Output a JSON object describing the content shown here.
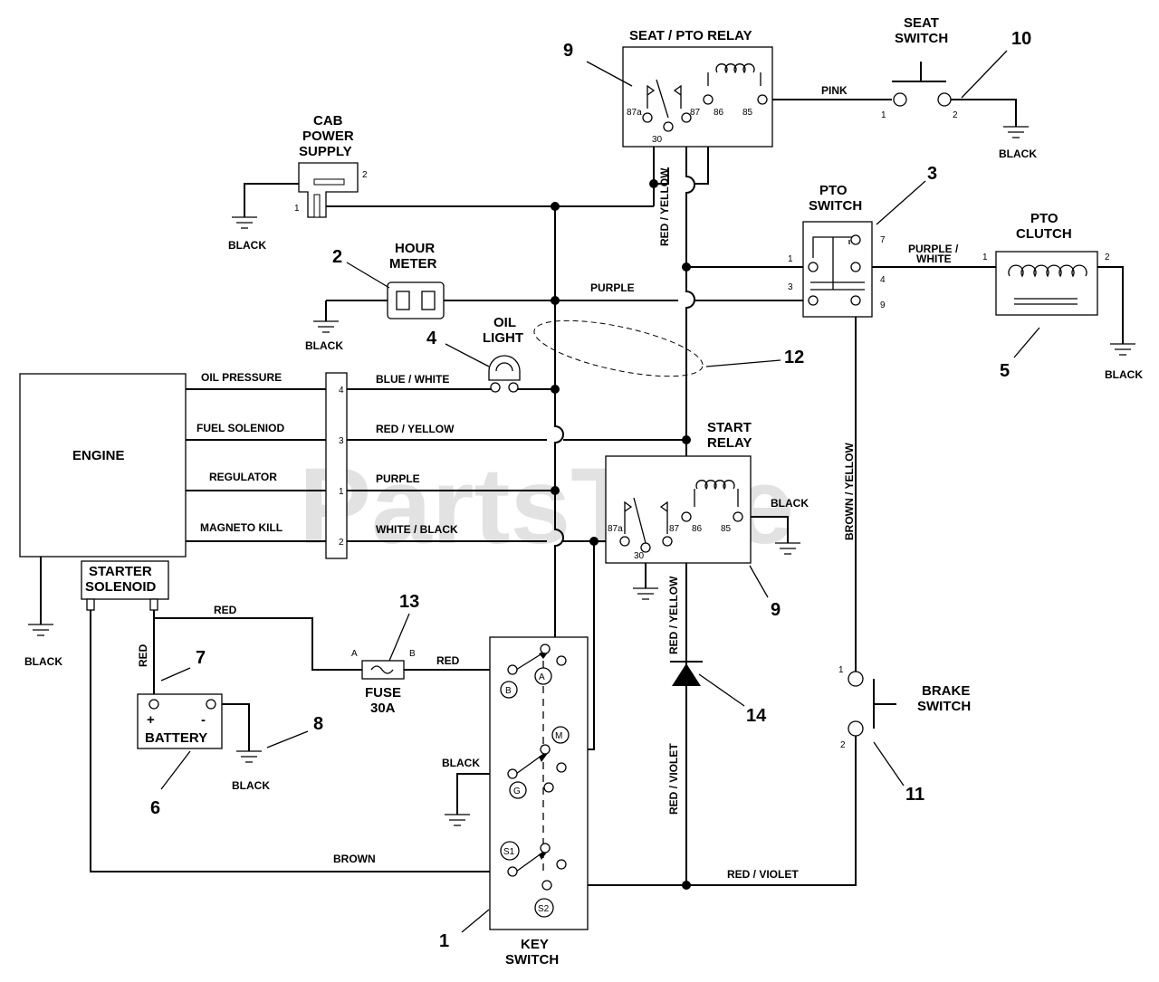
{
  "watermark": "PartsTree",
  "components": {
    "seat_pto_relay": "SEAT / PTO RELAY",
    "seat_switch": [
      "SEAT",
      "SWITCH"
    ],
    "cab_power_supply": [
      "CAB",
      "POWER",
      "SUPPLY"
    ],
    "pto_switch": [
      "PTO",
      "SWITCH"
    ],
    "pto_clutch": [
      "PTO",
      "CLUTCH"
    ],
    "hour_meter": [
      "HOUR",
      "METER"
    ],
    "oil_light": [
      "OIL",
      "LIGHT"
    ],
    "engine": "ENGINE",
    "start_relay": [
      "START",
      "RELAY"
    ],
    "starter_solenoid": [
      "STARTER",
      "SOLENOID"
    ],
    "battery": "BATTERY",
    "battery_plus": "+",
    "battery_minus": "-",
    "fuse": [
      "FUSE",
      "30A"
    ],
    "key_switch": [
      "KEY",
      "SWITCH"
    ],
    "brake_switch": [
      "BRAKE",
      "SWITCH"
    ]
  },
  "engine_terminals": [
    {
      "label": "OIL PRESSURE",
      "pin": "4",
      "wire": "BLUE / WHITE"
    },
    {
      "label": "FUEL SOLENIOD",
      "pin": "3",
      "wire": "RED / YELLOW"
    },
    {
      "label": "REGULATOR",
      "pin": "1",
      "wire": "PURPLE"
    },
    {
      "label": "MAGNETO KILL",
      "pin": "2",
      "wire": "WHITE / BLACK"
    }
  ],
  "wires": {
    "pink": "PINK",
    "red_yellow": "RED / YELLOW",
    "purple": "PURPLE",
    "purple_white": [
      "PURPLE /",
      "WHITE"
    ],
    "brown_yellow": "BROWN / YELLOW",
    "red": "RED",
    "brown": "BROWN",
    "red_violet": "RED / VIOLET",
    "black": "BLACK"
  },
  "relay_pins": [
    "87a",
    "30",
    "87",
    "86",
    "85"
  ],
  "start_relay_pins": [
    "87a",
    "30",
    "87",
    "86",
    "85"
  ],
  "pto_switch_pins": [
    "1",
    "3",
    "7",
    "4",
    "9"
  ],
  "pin_numbers": {
    "one": "1",
    "two": "2"
  },
  "fuse_pins": [
    "A",
    "B"
  ],
  "key_positions": [
    "A",
    "B",
    "M",
    "G",
    "S1",
    "S2"
  ],
  "callouts": [
    "1",
    "2",
    "3",
    "4",
    "5",
    "6",
    "7",
    "8",
    "9",
    "9",
    "10",
    "11",
    "12",
    "13",
    "14"
  ]
}
